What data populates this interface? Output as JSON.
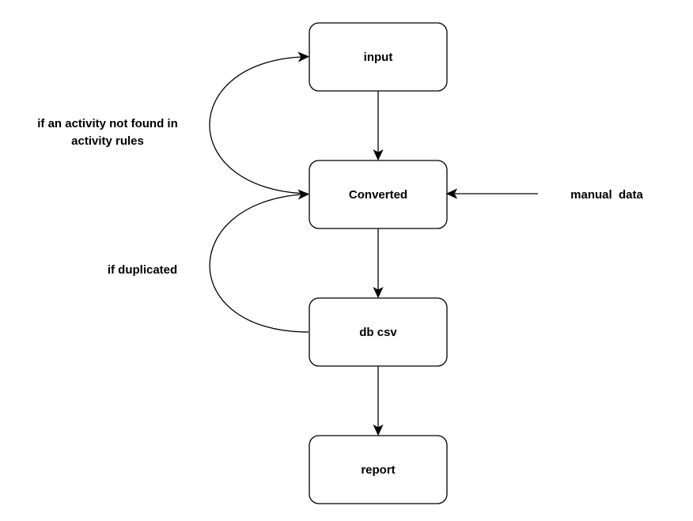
{
  "nodes": {
    "input": "input",
    "converted": "Converted",
    "db_csv": "db csv",
    "report": "report"
  },
  "labels": {
    "activity_not_found_line1": "if an activity not found in",
    "activity_not_found_line2": "activity rules",
    "duplicated": "if duplicated",
    "manual_data": "manual  data"
  },
  "edges": [
    {
      "from": "input",
      "to": "Converted"
    },
    {
      "from": "Converted",
      "to": "db csv"
    },
    {
      "from": "db csv",
      "to": "report"
    },
    {
      "from": "manual  data",
      "to": "Converted"
    },
    {
      "from": "Converted",
      "to": "input",
      "condition": "if an activity not found in activity rules"
    },
    {
      "from": "db csv",
      "to": "Converted",
      "condition": "if duplicated"
    }
  ],
  "colors": {
    "stroke": "#000000",
    "fill": "#ffffff",
    "text": "#000000"
  }
}
